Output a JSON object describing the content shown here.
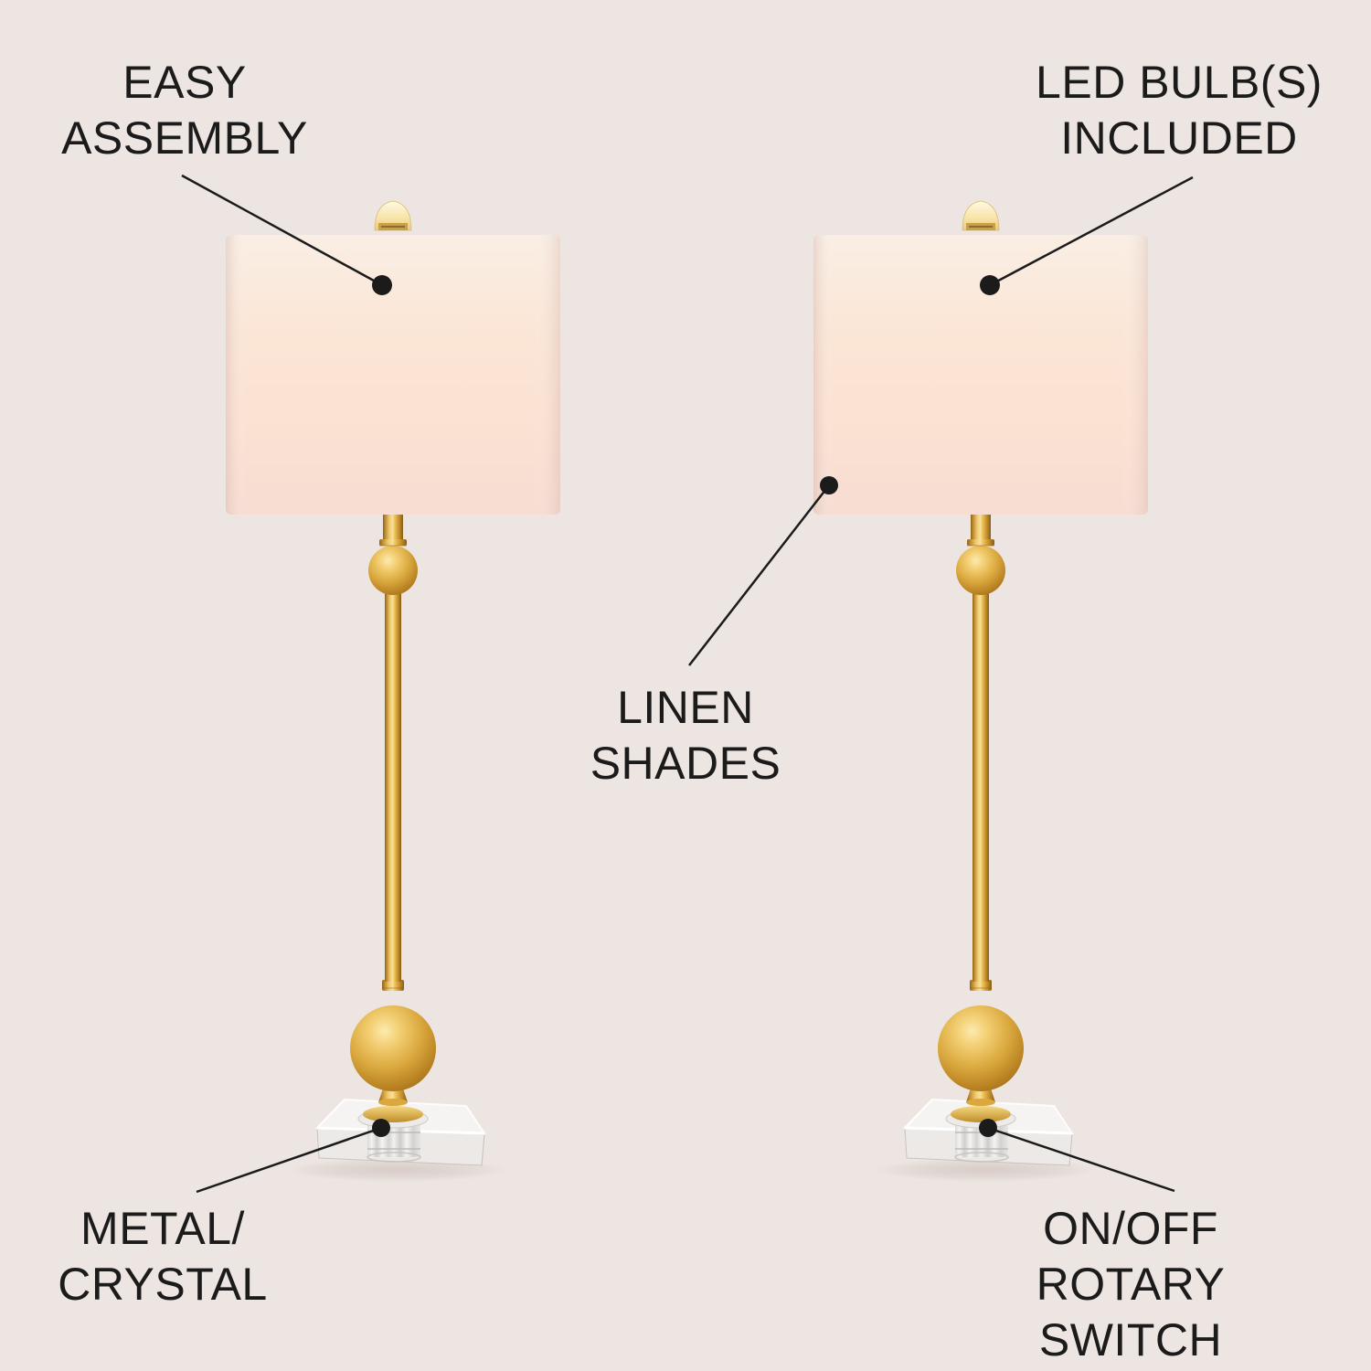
{
  "image_type": "product-feature-infographic",
  "background_color": "#EDE5E1",
  "text_color": "#1B1B1B",
  "line_color": "#1B1B1B",
  "product_colors": {
    "brass_gold": "#D3A03C",
    "linen_shade": "#FBE4D5",
    "crystal_base": "#F3F1EF",
    "finial_crystal": "#F8E9AE"
  },
  "lamps": {
    "count": 2,
    "style": "brass buffet table lamps with white linen drum shades, gold ball accents and square crystal bases"
  },
  "callouts": [
    {
      "id": "easy-assembly",
      "label": "EASY\nASSEMBLY"
    },
    {
      "id": "led-bulbs-included",
      "label": "LED BULB(S)\nINCLUDED"
    },
    {
      "id": "linen-shades",
      "label": "LINEN\nSHADES"
    },
    {
      "id": "metal-crystal",
      "label": "METAL/\nCRYSTAL"
    },
    {
      "id": "on-off-rotary-switch",
      "label": "ON/OFF\nROTARY SWITCH"
    }
  ]
}
